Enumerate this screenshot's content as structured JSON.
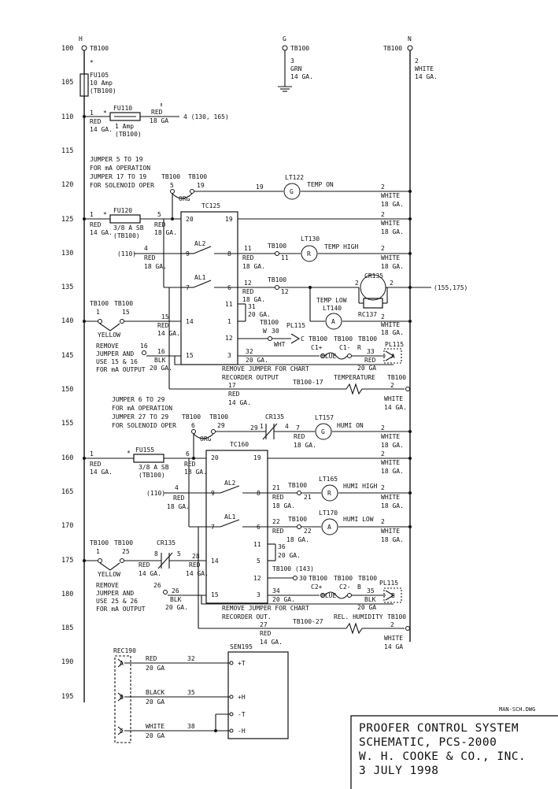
{
  "rungs": [
    "100",
    "105",
    "110",
    "115",
    "120",
    "125",
    "130",
    "135",
    "140",
    "145",
    "150",
    "155",
    "160",
    "165",
    "170",
    "175",
    "180",
    "185",
    "190",
    "195"
  ],
  "filename": "MAN-SCH.DWG",
  "title_block": {
    "line1": "PROOFER CONTROL SYSTEM",
    "line2": "SCHEMATIC, PCS-2000",
    "line3": "W. H. COOKE & CO., INC.",
    "line4": "3 JULY 1998"
  },
  "labels": {
    "h": "H",
    "g": "G",
    "n": "N",
    "tb100": "TB100",
    "fu105": "FU105",
    "fu105_r": "10 Amp",
    "fu105_tb": "(TB100)",
    "w3": "3",
    "grn": "GRN",
    "ga14": "14 GA.",
    "w2": "2",
    "white": "WHITE",
    "w1": "1",
    "red": "RED",
    "star": "*",
    "fu110": "FU110",
    "amp1": "1 Amp",
    "tb100p": "(TB100)",
    "ga18": "18 GA",
    "w4ref": "4 (130, 165)",
    "j1a": "JUMPER 5 TO 19",
    "j1b": "FOR mA OPERATION",
    "j1c": "JUMPER 17 TO 19",
    "j1d": "FOR SOLENOID OPER",
    "n5": "5",
    "n19": "19",
    "org": "ORG",
    "lt122": "LT122",
    "tempon": "TEMP ON",
    "ga18d": "18 GA.",
    "fu120": "FU120",
    "sb38": "3/8 A SB",
    "tc125": "TC125",
    "n20": "20",
    "p110": "(110)",
    "n4": "4",
    "n9": "9",
    "n8": "8",
    "al2": "AL2",
    "n11": "11",
    "lt130": "LT130",
    "r": "R",
    "temphigh": "TEMP HIGH",
    "n7": "7",
    "n6": "6",
    "al1": "AL1",
    "n12": "12",
    "cr135": "CR135",
    "ref155": "(155,175)",
    "templow": "TEMP LOW",
    "lt140": "LT140",
    "a": "A",
    "rc137": "RC137",
    "n31": "31",
    "ga20": "20 GA.",
    "n15": "15",
    "n14": "14",
    "yellow": "YELLOW",
    "pl115": "PL115",
    "n30": "30",
    "wl": "W",
    "wht": "WHT",
    "c": "C",
    "c1p": "C1+",
    "c1m": "C1-",
    "rr": "R",
    "n32": "32",
    "blue": "BLUE",
    "n33": "33",
    "ga20b": "20 GA",
    "rm1": "REMOVE",
    "rm2": "JUMPER AND",
    "rm3a": "USE 15 & 16",
    "rm4": "FOR mA OUTPUT",
    "n16": "16",
    "blk": "BLK",
    "rmjump": "REMOVE JUMPER FOR CHART",
    "recout": "RECORDER OUTPUT",
    "n17": "17",
    "tb17": "TB100-17",
    "temperature": "TEMPERATURE",
    "j2a": "JUMPER 6 TO 29",
    "j2c": "JUMPER 27 TO 29",
    "n29": "29",
    "lt157": "LT157",
    "humion": "HUMI ON",
    "fu155": "FU155",
    "tc160": "TC160",
    "n21": "21",
    "lt165": "LT165",
    "humihigh": "HUMI HIGH",
    "n22": "22",
    "lt170": "LT170",
    "humilow": "HUMI LOW",
    "n36": "36",
    "n25": "25",
    "n28": "28",
    "tb143": "TB100 (143)",
    "n34": "34",
    "c2p": "C2+",
    "c2m": "C2-",
    "b": "B",
    "n35": "35",
    "rm3b": "USE 25 & 26",
    "n26": "26",
    "recout2": "RECORDER OUT.",
    "n27": "27",
    "tb27": "TB100-27",
    "relhum": "REL. HUMIDITY",
    "ga14b": "14 GA",
    "rec190": "REC190",
    "sen195": "SEN195",
    "ga20c": "20 GA",
    "n32b": "32",
    "black": "BLACK",
    "n38": "38",
    "pt": "+T",
    "ph": "+H",
    "mt": "-T",
    "mh": "-H"
  }
}
